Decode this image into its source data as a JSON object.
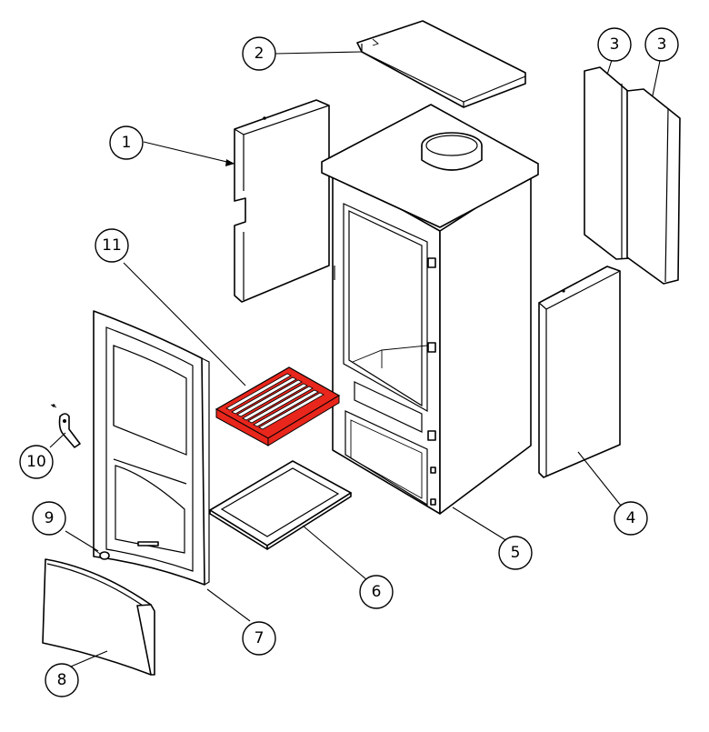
{
  "diagram": {
    "callouts": [
      {
        "id": "c1",
        "label": "1",
        "part": "baffle-side-panel"
      },
      {
        "id": "c2",
        "label": "2",
        "part": "top-baffle-plate"
      },
      {
        "id": "c3a",
        "label": "3",
        "part": "rear-liner-panel-left"
      },
      {
        "id": "c3b",
        "label": "3",
        "part": "rear-liner-panel-right"
      },
      {
        "id": "c4",
        "label": "4",
        "part": "side-liner-panel"
      },
      {
        "id": "c5",
        "label": "5",
        "part": "stove-body"
      },
      {
        "id": "c6",
        "label": "6",
        "part": "ash-pan"
      },
      {
        "id": "c7",
        "label": "7",
        "part": "door"
      },
      {
        "id": "c8",
        "label": "8",
        "part": "front-ash-door-panel"
      },
      {
        "id": "c9",
        "label": "9",
        "part": "control-knob"
      },
      {
        "id": "c10",
        "label": "10",
        "part": "handle-tool"
      },
      {
        "id": "c11",
        "label": "11",
        "part": "grate"
      }
    ],
    "colors": {
      "line": "#000000",
      "background": "#ffffff",
      "highlight": "#e8261c"
    }
  }
}
